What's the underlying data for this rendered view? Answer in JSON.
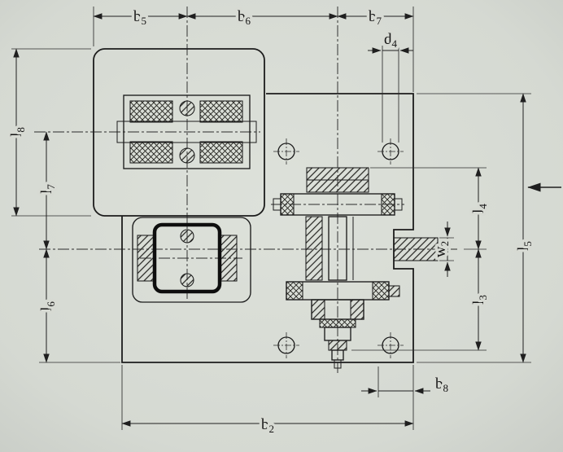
{
  "colors": {
    "paper": "#d6dad3",
    "ink": "#1c1c1c"
  },
  "drawing": {
    "dimension_labels": {
      "b5": {
        "base": "b",
        "sub": "5"
      },
      "b6": {
        "base": "b",
        "sub": "6"
      },
      "b7": {
        "base": "b",
        "sub": "7"
      },
      "d4": {
        "base": "d",
        "sub": "4"
      },
      "b8": {
        "base": "b",
        "sub": "8"
      },
      "b2": {
        "base": "b",
        "sub": "2"
      },
      "l8": {
        "base": "l",
        "sub": "8"
      },
      "l7": {
        "base": "l",
        "sub": "7"
      },
      "l6": {
        "base": "l",
        "sub": "6"
      },
      "l5": {
        "base": "l",
        "sub": "5"
      },
      "l4": {
        "base": "l",
        "sub": "4"
      },
      "l3": {
        "base": "l",
        "sub": "3"
      },
      "w2": {
        "base": "w",
        "sub": "2"
      }
    }
  }
}
